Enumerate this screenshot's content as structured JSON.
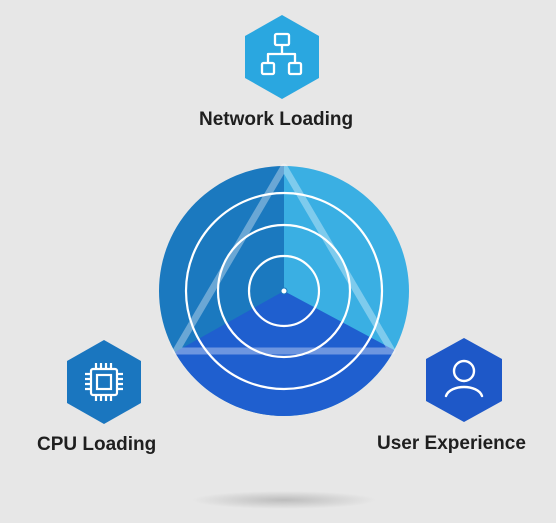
{
  "nodes": {
    "network": {
      "label": "Network Loading",
      "icon": "network-icon",
      "color": "#2aa7e0"
    },
    "cpu": {
      "label": "CPU Loading",
      "icon": "cpu-chip-icon",
      "color": "#1a76bf"
    },
    "user": {
      "label": "User Experience",
      "icon": "user-icon",
      "color": "#1e58c8"
    }
  },
  "colors": {
    "background": "#e7e7e7",
    "sector_left": "#1b79bf",
    "sector_right": "#3aafe3",
    "sector_bottom": "#1f5fcf",
    "text": "#1f1f1f"
  }
}
